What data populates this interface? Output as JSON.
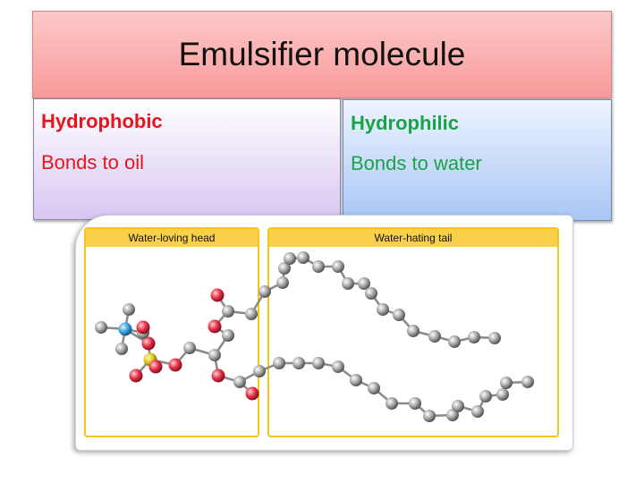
{
  "slide": {
    "title": "Emulsifier molecule",
    "left": {
      "heading": "Hydrophobic",
      "text": "Bonds to oil",
      "color": "#e8141c"
    },
    "right": {
      "heading": "Hydrophilic",
      "text": "Bonds to water",
      "color": "#1aa347"
    }
  },
  "figure": {
    "head_label": "Water-loving head",
    "tail_label": "Water-hating tail",
    "atom_colors": {
      "carbon": "#9a9a9a",
      "oxygen": "#e8344a",
      "nitrogen": "#3ba6e0",
      "phosphorus": "#e3c81c"
    }
  }
}
